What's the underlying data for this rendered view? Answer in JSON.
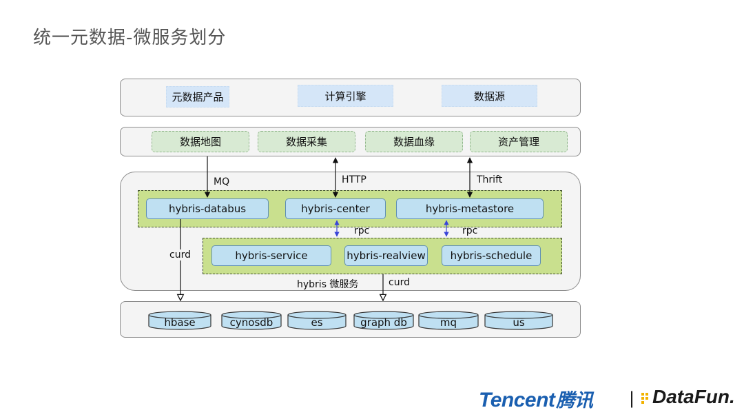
{
  "title": "统一元数据-微服务划分",
  "top_layer": [
    "元数据产品",
    "计算引擎",
    "数据源"
  ],
  "feature_layer": [
    "数据地图",
    "数据采集",
    "数据血缘",
    "资产管理"
  ],
  "protocols": {
    "mq": "MQ",
    "http": "HTTP",
    "thrift": "Thrift",
    "rpc": "rpc",
    "curd": "curd"
  },
  "services_top": [
    "hybris-databus",
    "hybris-center",
    "hybris-metastore"
  ],
  "services_bottom": [
    "hybris-service",
    "hybris-realview",
    "hybris-schedule"
  ],
  "microservice_label": "hybris 微服务",
  "storage": [
    "hbase",
    "cynosdb",
    "es",
    "graph db",
    "mq",
    "us"
  ],
  "logos": {
    "tencent": "Tencent",
    "tencent_cn": "腾讯",
    "divider": "|",
    "datafun": "DataFun."
  },
  "colors": {
    "tencent_blue": "#1a5fb0",
    "datafun_yellow": "#f2b200",
    "zone_green": "#c9e08e",
    "service_blue": "#bfe0f2"
  }
}
